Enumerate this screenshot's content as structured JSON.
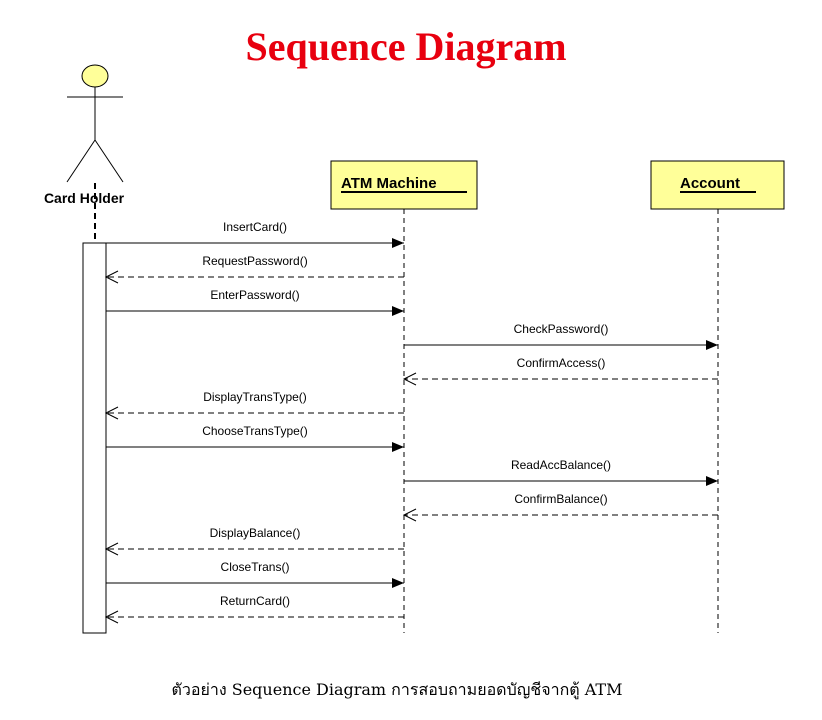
{
  "title": "Sequence Diagram",
  "caption": "ตัวอย่าง Sequence Diagram การสอบถามยอดบัญชีจากตู้ ATM",
  "colors": {
    "title": "#e8000f",
    "object_fill": "#ffff99",
    "actor_head": "#ffff99"
  },
  "participants": [
    {
      "id": "ch",
      "name": "Card Holder",
      "kind": "actor"
    },
    {
      "id": "atm",
      "name": "ATM Machine",
      "kind": "object"
    },
    {
      "id": "acc",
      "name": "Account",
      "kind": "object"
    }
  ],
  "messages": [
    {
      "label": "InsertCard()",
      "from": "ch",
      "to": "atm",
      "type": "call"
    },
    {
      "label": "RequestPassword()",
      "from": "atm",
      "to": "ch",
      "type": "return"
    },
    {
      "label": "EnterPassword()",
      "from": "ch",
      "to": "atm",
      "type": "call"
    },
    {
      "label": "CheckPassword()",
      "from": "atm",
      "to": "acc",
      "type": "call"
    },
    {
      "label": "ConfirmAccess()",
      "from": "acc",
      "to": "atm",
      "type": "return"
    },
    {
      "label": "DisplayTransType()",
      "from": "atm",
      "to": "ch",
      "type": "return"
    },
    {
      "label": "ChooseTransType()",
      "from": "ch",
      "to": "atm",
      "type": "call"
    },
    {
      "label": "ReadAccBalance()",
      "from": "atm",
      "to": "acc",
      "type": "call"
    },
    {
      "label": "ConfirmBalance()",
      "from": "acc",
      "to": "atm",
      "type": "return"
    },
    {
      "label": "DisplayBalance()",
      "from": "atm",
      "to": "ch",
      "type": "return"
    },
    {
      "label": "CloseTrans()",
      "from": "ch",
      "to": "atm",
      "type": "call"
    },
    {
      "label": "ReturnCard()",
      "from": "atm",
      "to": "ch",
      "type": "return"
    }
  ]
}
